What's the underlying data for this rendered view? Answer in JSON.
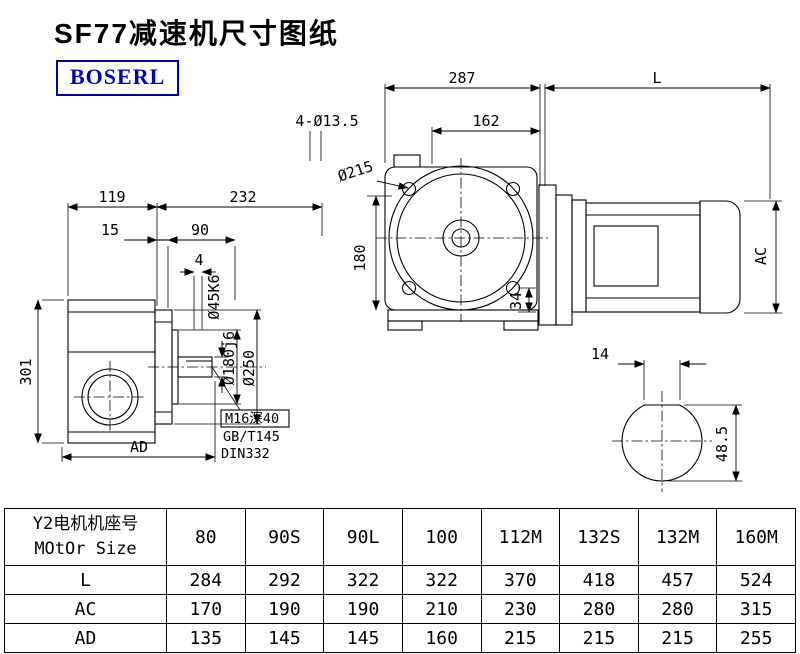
{
  "page": {
    "title": "SF77减速机尺寸图纸"
  },
  "logo": {
    "text": "BOSERL"
  },
  "drawing": {
    "side_view": {
      "dim_119": "119",
      "dim_232": "232",
      "dim_15": "15",
      "dim_90": "90",
      "dim_4": "4",
      "dim_301": "301",
      "dim_ad": "AD",
      "label_shaft_dia": "Ø45K6",
      "label_spigot_dia": "Ø180j6",
      "label_flange_dia": "Ø250",
      "note_tap": "M16深40",
      "note_std": "GB/T145",
      "note_din": "DIN332"
    },
    "front_view": {
      "dim_287": "287",
      "dim_162": "162",
      "dim_holes": "4-Ø13.5",
      "dim_flange_bore": "Ø215",
      "dim_180": "180",
      "dim_34": "34"
    },
    "motor_view": {
      "dim_length": "L",
      "dim_height": "AC"
    },
    "shaft_section": {
      "dim_key_width": "14",
      "dim_key_height": "48.5"
    }
  },
  "table": {
    "header": {
      "line1": "Y2电机机座号",
      "line2": "MOtOr Size"
    },
    "sizes": [
      "80",
      "90S",
      "90L",
      "100",
      "112M",
      "132S",
      "132M",
      "160M"
    ],
    "rows": [
      {
        "label": "L",
        "values": [
          "284",
          "292",
          "322",
          "322",
          "370",
          "418",
          "457",
          "524"
        ]
      },
      {
        "label": "AC",
        "values": [
          "170",
          "190",
          "190",
          "210",
          "230",
          "280",
          "280",
          "315"
        ]
      },
      {
        "label": "AD",
        "values": [
          "135",
          "145",
          "145",
          "160",
          "215",
          "215",
          "215",
          "255"
        ]
      }
    ]
  }
}
